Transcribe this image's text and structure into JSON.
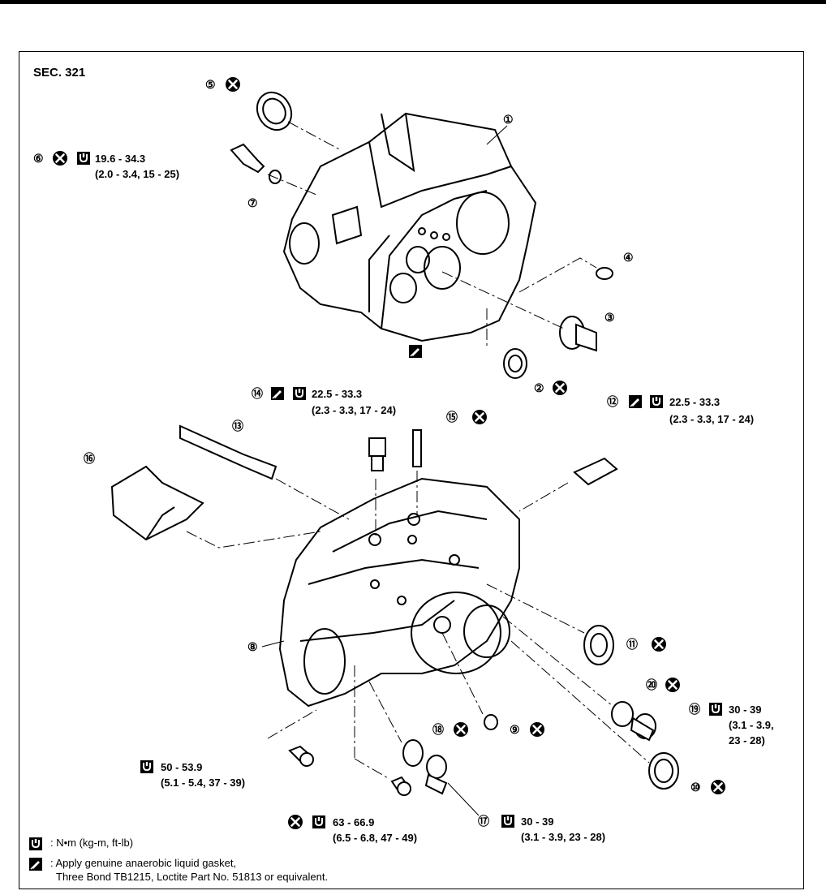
{
  "section": "SEC. 321",
  "torques": {
    "t6a": "19.6 - 34.3",
    "t6b": "(2.0 - 3.4, 15 - 25)",
    "t14a": "22.5 - 33.3",
    "t14b": "(2.3 - 3.3, 17 - 24)",
    "t12a": "22.5 - 33.3",
    "t12b": "(2.3 - 3.3, 17 - 24)",
    "t19a": "30 - 39",
    "t19b": "(3.1 - 3.9,",
    "t19c": "23 - 28)",
    "tbolt1a": "50 - 53.9",
    "tbolt1b": "(5.1 - 5.4, 37 - 39)",
    "tbolt2a": "63 - 66.9",
    "tbolt2b": "(6.5 - 6.8, 47 - 49)",
    "t17a": "30 - 39",
    "t17b": "(3.1 - 3.9, 23 - 28)"
  },
  "legend": {
    "torque_unit": ": N•m  (kg-m,  ft-lb)",
    "gasket_line1": ": Apply genuine anaerobic liquid gasket,",
    "gasket_line2": "Three Bond TB1215, Loctite Part No. 51813 or equivalent."
  },
  "parts": [
    "1",
    "2",
    "3",
    "4",
    "5",
    "6",
    "7",
    "8",
    "9",
    "10",
    "11",
    "12",
    "13",
    "14",
    "15",
    "16",
    "17",
    "18",
    "19",
    "20"
  ],
  "icons": [
    "replace-x-icon",
    "torque-wrench-icon",
    "liquid-gasket-icon"
  ]
}
